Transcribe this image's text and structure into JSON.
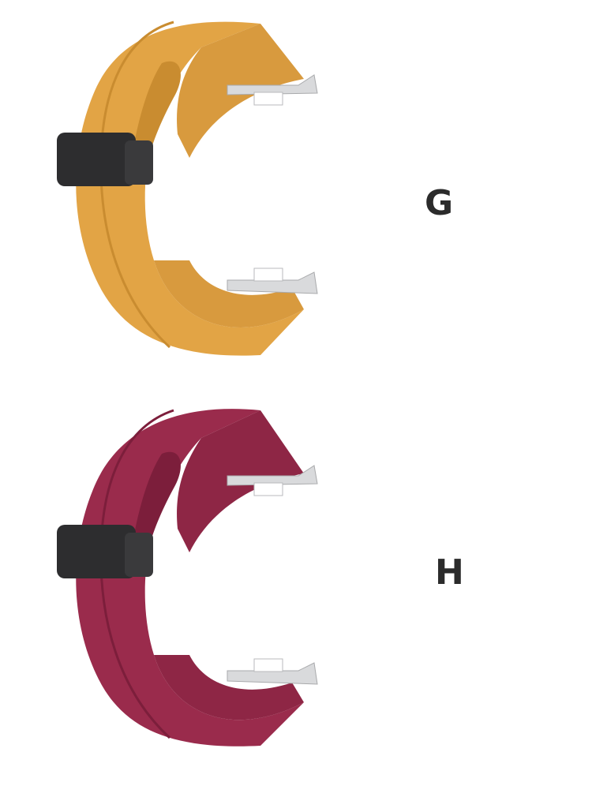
{
  "variants": [
    {
      "label": "G",
      "strap_color": "#e2a445",
      "strap_shade": "#c98c30",
      "strap_inner": "#d89a3e",
      "strap_name": "yellow-strap"
    },
    {
      "label": "H",
      "strap_color": "#9a2b4c",
      "strap_shade": "#7c1e3b",
      "strap_inner": "#8e2645",
      "strap_name": "wine-red-strap"
    }
  ],
  "colors": {
    "buckle": "#2d2d2f",
    "metal": "#d9dadc",
    "letter": "#2b2b2b",
    "background": "#ffffff"
  }
}
